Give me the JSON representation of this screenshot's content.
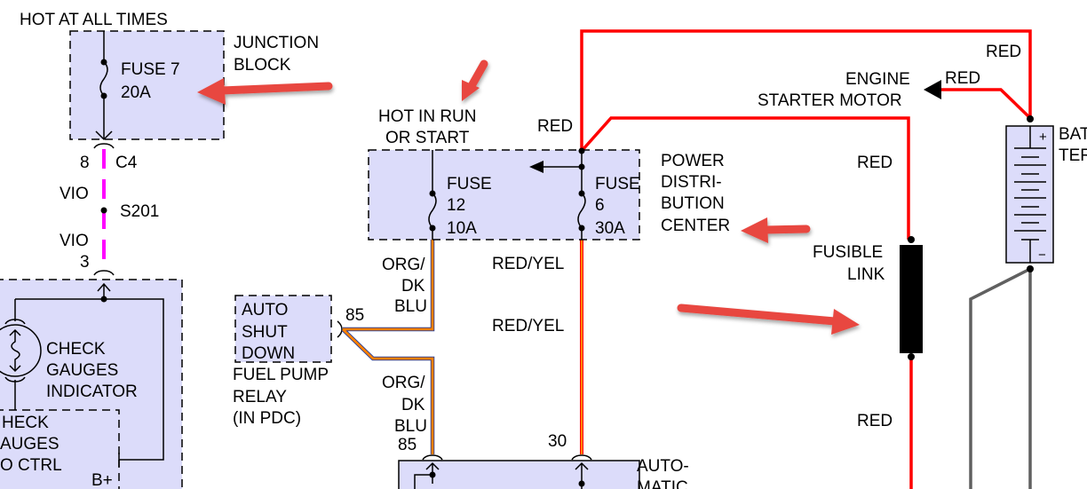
{
  "colors": {
    "red_wire": "#ff0000",
    "violet_wire": "#ff00ff",
    "orange_wire": "#ff8000",
    "blue_stripe": "#1a3aa0",
    "yellow_stripe": "#ffd800",
    "ground_wire": "#606060",
    "component_fill": "#dcdcfa",
    "annotation_arrow": "#e8473f"
  },
  "labels": {
    "hot_at_all_times": "HOT AT ALL TIMES",
    "junction_block": [
      "JUNCTION",
      "BLOCK"
    ],
    "fuse7": [
      "FUSE 7",
      "20A"
    ],
    "c4_pin": "8",
    "c4": "C4",
    "vio1": "VIO",
    "s201": "S201",
    "vio2": "VIO",
    "pin3": "3",
    "check_gauges_indicator": [
      "CHECK",
      "GAUGES",
      "INDICATOR"
    ],
    "check_gauges_ctrl": [
      "HECK",
      "AUGES",
      "O CTRL"
    ],
    "b_plus": "B+",
    "asd": [
      "AUTO",
      "SHUT",
      "DOWN"
    ],
    "fuel_pump_relay": [
      "FUEL PUMP",
      "RELAY",
      "(IN PDC)"
    ],
    "pin85_relay": "85",
    "hot_in_run": [
      "HOT IN RUN",
      "OR START"
    ],
    "red_pdc": "RED",
    "fuse12": [
      "FUSE",
      "12",
      "10A"
    ],
    "fuse6": [
      "FUSE",
      "6",
      "30A"
    ],
    "pdc": [
      "POWER",
      "DISTRI-",
      "BUTION",
      "CENTER"
    ],
    "org_dk_blu_1": [
      "ORG/",
      "DK",
      "BLU"
    ],
    "org_dk_blu_2": [
      "ORG/",
      "DK",
      "BLU"
    ],
    "pin85_bottom": "85",
    "red_yel_1": "RED/YEL",
    "red_yel_2": "RED/YEL",
    "pin30": "30",
    "automatic": [
      "AUTO-",
      "MATIC"
    ],
    "red_top": "RED",
    "red_starter": "RED",
    "engine_starter_motor": [
      "ENGINE",
      "STARTER MOTOR"
    ],
    "red_mid": "RED",
    "fusible_link": [
      "FUSIBLE",
      "LINK"
    ],
    "red_bottom": "RED",
    "battery": [
      "BAT",
      "TER"
    ],
    "battery_plus": "+",
    "battery_minus": "−"
  }
}
